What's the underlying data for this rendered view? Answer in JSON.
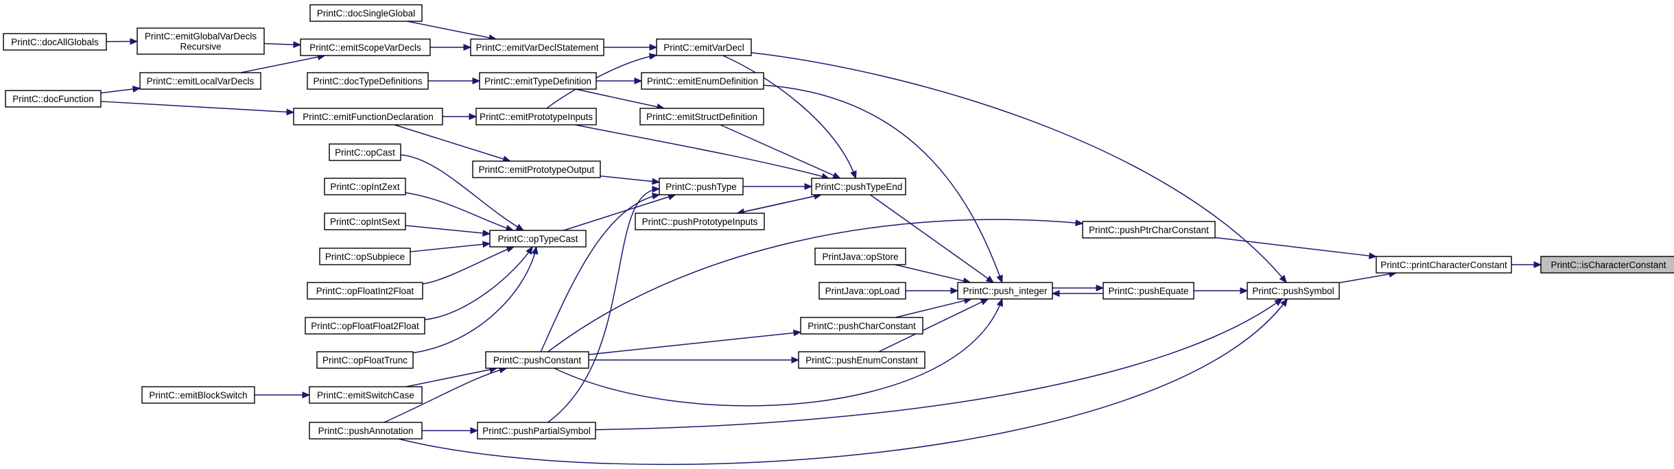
{
  "graph": {
    "edge_color": "#191970",
    "focus_fill": "#bfbfbf",
    "nodes": {
      "isCharacterConstant": [
        "PrintC::isCharacterConstant"
      ],
      "printCharacterConstant": [
        "PrintC::printCharacterConstant"
      ],
      "pushPtrCharConstant": [
        "PrintC::pushPtrCharConstant"
      ],
      "pushSymbol": [
        "PrintC::pushSymbol"
      ],
      "pushEquate": [
        "PrintC::pushEquate"
      ],
      "push_integer": [
        "PrintC::push_integer"
      ],
      "opStore": [
        "PrintJava::opStore"
      ],
      "opLoad": [
        "PrintJava::opLoad"
      ],
      "pushCharConstant": [
        "PrintC::pushCharConstant"
      ],
      "pushEnumConstant": [
        "PrintC::pushEnumConstant"
      ],
      "pushTypeEnd": [
        "PrintC::pushTypeEnd"
      ],
      "pushType": [
        "PrintC::pushType"
      ],
      "pushPrototypeInputs": [
        "PrintC::pushPrototypeInputs"
      ],
      "emitVarDecl": [
        "PrintC::emitVarDecl"
      ],
      "emitEnumDefinition": [
        "PrintC::emitEnumDefinition"
      ],
      "emitStructDefinition": [
        "PrintC::emitStructDefinition"
      ],
      "emitVarDeclStatement": [
        "PrintC::emitVarDeclStatement"
      ],
      "emitTypeDefinition": [
        "PrintC::emitTypeDefinition"
      ],
      "emitPrototypeInputs": [
        "PrintC::emitPrototypeInputs"
      ],
      "emitPrototypeOutput": [
        "PrintC::emitPrototypeOutput"
      ],
      "docSingleGlobal": [
        "PrintC::docSingleGlobal"
      ],
      "emitScopeVarDecls": [
        "PrintC::emitScopeVarDecls"
      ],
      "docTypeDefinitions": [
        "PrintC::docTypeDefinitions"
      ],
      "emitFunctionDeclaration": [
        "PrintC::emitFunctionDeclaration"
      ],
      "emitGlobalVarDeclsRecursive": [
        "PrintC::emitGlobalVarDecls",
        "Recursive"
      ],
      "emitLocalVarDecls": [
        "PrintC::emitLocalVarDecls"
      ],
      "docAllGlobals": [
        "PrintC::docAllGlobals"
      ],
      "docFunction": [
        "PrintC::docFunction"
      ],
      "opTypeCast": [
        "PrintC::opTypeCast"
      ],
      "opCast": [
        "PrintC::opCast"
      ],
      "opIntZext": [
        "PrintC::opIntZext"
      ],
      "opIntSext": [
        "PrintC::opIntSext"
      ],
      "opSubpiece": [
        "PrintC::opSubpiece"
      ],
      "opFloatInt2Float": [
        "PrintC::opFloatInt2Float"
      ],
      "opFloatFloat2Float": [
        "PrintC::opFloatFloat2Float"
      ],
      "opFloatTrunc": [
        "PrintC::opFloatTrunc"
      ],
      "pushConstant": [
        "PrintC::pushConstant"
      ],
      "emitSwitchCase": [
        "PrintC::emitSwitchCase"
      ],
      "emitBlockSwitch": [
        "PrintC::emitBlockSwitch"
      ],
      "pushAnnotation": [
        "PrintC::pushAnnotation"
      ],
      "pushPartialSymbol": [
        "PrintC::pushPartialSymbol"
      ]
    }
  }
}
